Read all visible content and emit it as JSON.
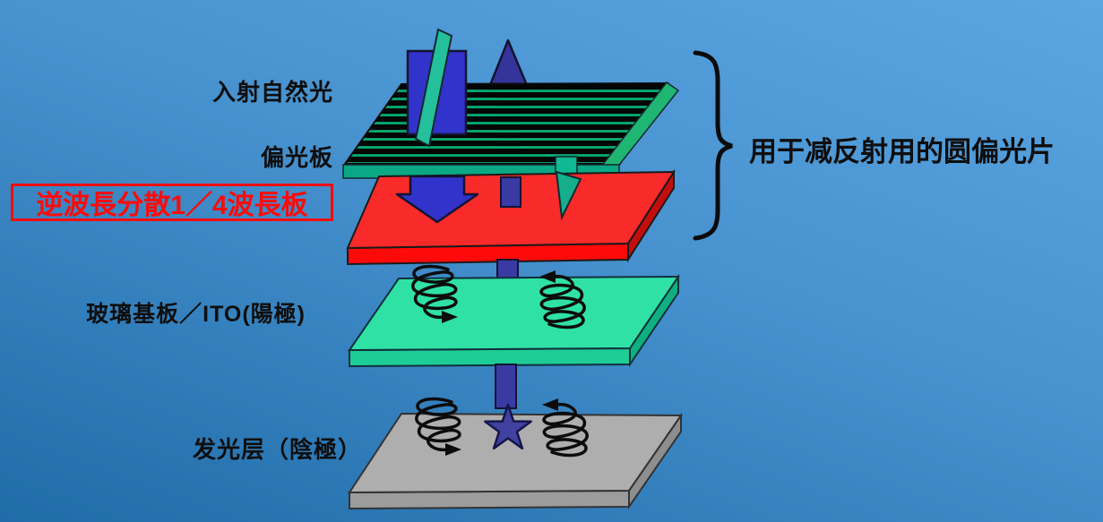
{
  "labels": {
    "incident_light": "入射自然光",
    "polarizer": "偏光板",
    "waveplate": "逆波長分散1／4波長板",
    "glass_ito": "玻璃基板／ITO(陽極)",
    "emitting_layer": "发光层（陰極）",
    "brace_note": "用于减反射用的圆偏光片"
  },
  "diagram": {
    "type": "layer-stack-3d",
    "layers": [
      {
        "name": "偏光板",
        "appearance": "black plate with green horizontal stripes",
        "edge_color": "#0ba885"
      },
      {
        "name": "逆波長分散1／4波長板",
        "appearance": "red plate",
        "color": "#f82a2a"
      },
      {
        "name": "玻璃基板／ITO(陽極)",
        "appearance": "teal-green plate",
        "color": "#30e1a6"
      },
      {
        "name": "发光层（陰極）",
        "appearance": "gray plate",
        "color": "#aeaeae"
      }
    ],
    "symbols": [
      "up-arrow above polarizer (navy)",
      "vertical blue slab crossed by teal plane (incident light polarization)",
      "large blue down-arrow onto red waveplate",
      "teal wedge piercing red waveplate",
      "blue light shafts connecting layers",
      "four black helix spirals (circular polarization, CW and CCW)",
      "blue star (emission point) on gray layer",
      "right curly brace grouping top three layers"
    ]
  },
  "colors": {
    "background_top": "#5ba6e2",
    "background_bottom": "#1f6ca9",
    "stripe_green": "#00a86b",
    "polarizer_band": "#0ba885",
    "waveplate_red": "#f82a2a",
    "glass_teal": "#30e1a6",
    "emit_gray": "#aeaeae",
    "arrow_blue": "#3233cb",
    "arrow_navy": "#34349b",
    "shaft_blue": "#3a3aa5",
    "star_blue": "#41419f",
    "label_red": "#ff0a0a",
    "label_black": "#0e0e0e"
  }
}
